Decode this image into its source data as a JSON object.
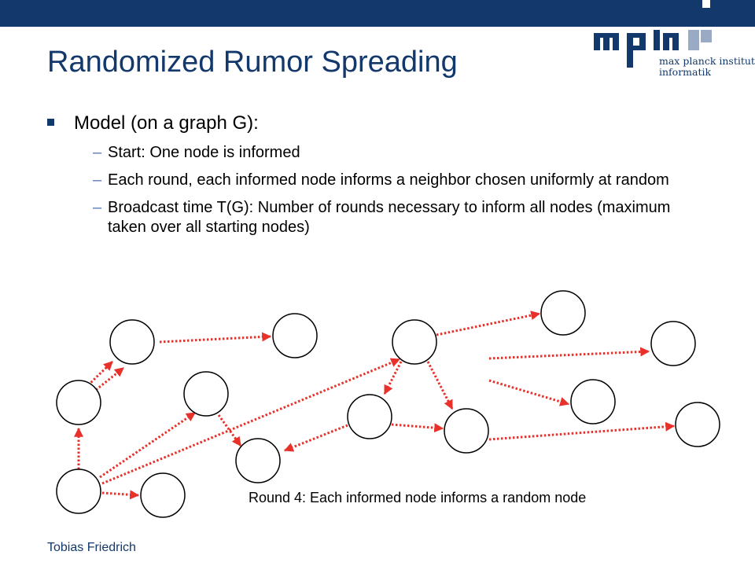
{
  "slide": {
    "title": "Randomized Rumor Spreading",
    "logo_text_line1": "max planck institut",
    "logo_text_line2": "informatik",
    "bullet": "Model (on a graph G):",
    "sub_items": [
      "Start: One node is informed",
      "Each round, each informed node informs a neighbor chosen uniformly at random",
      "Broadcast time T(G): Number of rounds necessary to inform all nodes (maximum taken over all starting nodes)"
    ],
    "caption": "Round 4: Each informed node informs a random node",
    "footer": "Tobias Friedrich",
    "colors": {
      "brand": "#13386b",
      "arrow": "#e8312a",
      "dash": "#5a7bb5"
    }
  }
}
